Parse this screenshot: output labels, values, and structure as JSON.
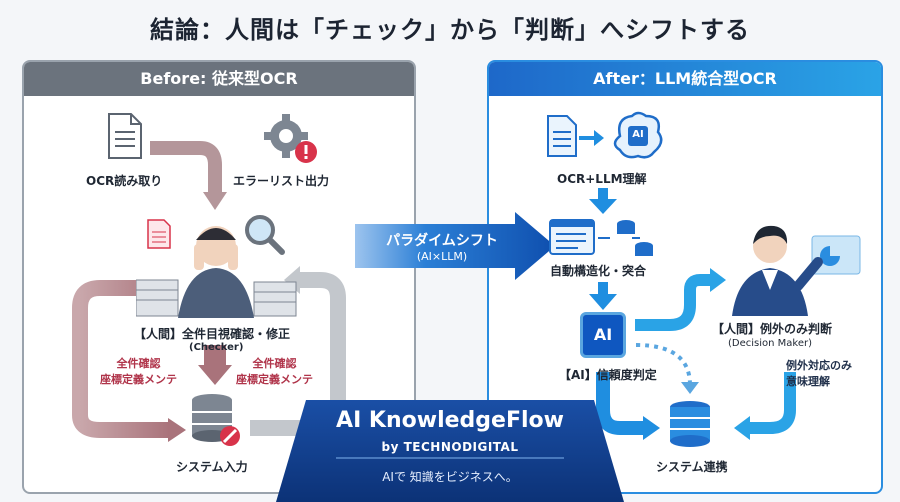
{
  "title": "結論：人間は「チェック」から「判断」へシフトする",
  "before": {
    "header": "Before: 従来型OCR",
    "ocr_read": "OCR読み取り",
    "error_list": "エラーリスト出力",
    "human_check": "【人間】全件目視確認・修正",
    "checker": "(Checker)",
    "left_note_1": "全件確認",
    "left_note_2": "座標定義メンテ",
    "right_note_1": "全件確認",
    "right_note_2": "座標定義メンテ",
    "system_input": "システム入力"
  },
  "shift": {
    "label": "パラダイムシフト",
    "sub": "(AI×LLM)"
  },
  "after": {
    "header": "After：LLM統合型OCR",
    "ocr_llm": "OCR+LLM理解",
    "structuring": "自動構造化・突合",
    "ai_judge": "【AI】信頼度判定",
    "human_exception": "【人間】例外のみ判断",
    "decision_maker": "(Decision Maker)",
    "exception_note_1": "例外対応のみ",
    "exception_note_2": "意味理解",
    "system_link": "システム連携",
    "ai_chip": "AI",
    "ai_brain": "AI"
  },
  "brand": {
    "name": "AI KnowledgeFlow",
    "by": "by TECHNODIGITAL",
    "tagline": "AIで 知識をビジネスへ。"
  },
  "colors": {
    "before_gray": "#6b737d",
    "after_blue": "#1e68c9",
    "arrow_red": "#b07a82",
    "arrow_blue": "#1f8ee0",
    "brand_navy": "#0f3f8c"
  }
}
